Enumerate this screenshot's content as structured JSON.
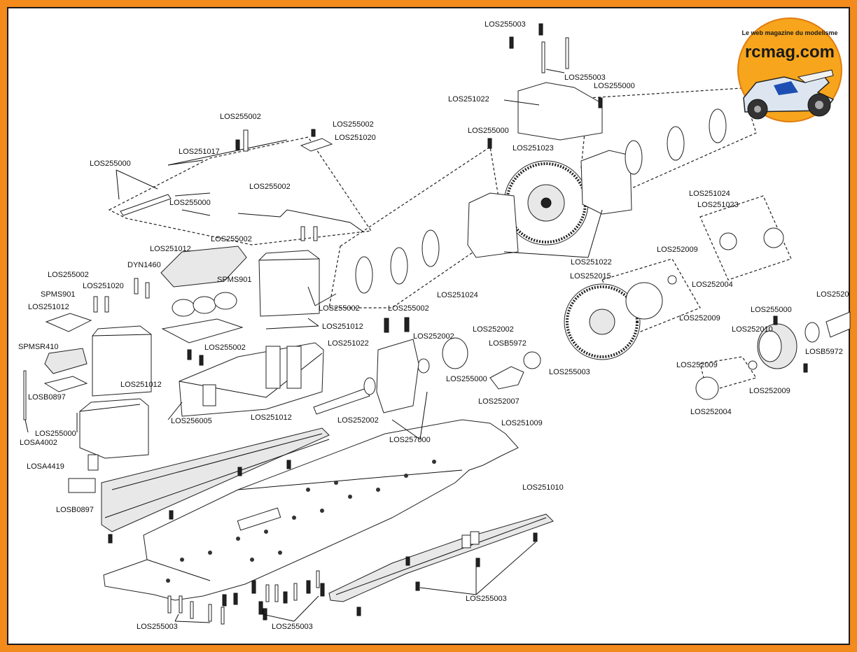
{
  "logo": {
    "brand": "rcmag.com",
    "tagline": "Le web magazine du modelisme"
  },
  "labels": [
    {
      "id": "l1",
      "text": "LOS255003"
    },
    {
      "id": "l2",
      "text": "LOS255003"
    },
    {
      "id": "l3",
      "text": "LOS255000"
    },
    {
      "id": "l4",
      "text": "LOS251022"
    },
    {
      "id": "l5",
      "text": "LOS255000"
    },
    {
      "id": "l6",
      "text": "LOS251023"
    },
    {
      "id": "l7",
      "text": "LOS255002"
    },
    {
      "id": "l8",
      "text": "LOS255002"
    },
    {
      "id": "l9",
      "text": "LOS251020"
    },
    {
      "id": "l10",
      "text": "LOS251017"
    },
    {
      "id": "l11",
      "text": "LOS255000"
    },
    {
      "id": "l12",
      "text": "LOS255002"
    },
    {
      "id": "l13",
      "text": "LOS255000"
    },
    {
      "id": "l14",
      "text": "LOS251024"
    },
    {
      "id": "l15",
      "text": "LOS251023"
    },
    {
      "id": "l16",
      "text": "LOS255002"
    },
    {
      "id": "l17",
      "text": "LOS251012"
    },
    {
      "id": "l18",
      "text": "DYN1460"
    },
    {
      "id": "l19",
      "text": "SPMS901"
    },
    {
      "id": "l20",
      "text": "LOS251022"
    },
    {
      "id": "l21",
      "text": "LOS252009"
    },
    {
      "id": "l22",
      "text": "LOS252015"
    },
    {
      "id": "l23",
      "text": "LOS252004"
    },
    {
      "id": "l24",
      "text": "LOS255002"
    },
    {
      "id": "l25",
      "text": "LOS251020"
    },
    {
      "id": "l26",
      "text": "SPMS901"
    },
    {
      "id": "l27",
      "text": "LOS251012"
    },
    {
      "id": "l28",
      "text": "LOS251024"
    },
    {
      "id": "l29",
      "text": "LOS255002"
    },
    {
      "id": "l30",
      "text": "LOS255002"
    },
    {
      "id": "l31",
      "text": "LOS251012"
    },
    {
      "id": "l32",
      "text": "LOS252002"
    },
    {
      "id": "l33",
      "text": "LOS252002"
    },
    {
      "id": "l34",
      "text": "LOS252009"
    },
    {
      "id": "l35",
      "text": "LOS255000"
    },
    {
      "id": "l36",
      "text": "LOS252010"
    },
    {
      "id": "l37",
      "text": "LOS2520"
    },
    {
      "id": "l38",
      "text": "SPMSR410"
    },
    {
      "id": "l39",
      "text": "LOS255002"
    },
    {
      "id": "l40",
      "text": "LOS251022"
    },
    {
      "id": "l41",
      "text": "LOSB5972"
    },
    {
      "id": "l42",
      "text": "LOSB5972"
    },
    {
      "id": "l43",
      "text": "LOS255000"
    },
    {
      "id": "l44",
      "text": "LOS255003"
    },
    {
      "id": "l45",
      "text": "LOS252009"
    },
    {
      "id": "l46",
      "text": "LOS251012"
    },
    {
      "id": "l47",
      "text": "LOSB0897"
    },
    {
      "id": "l48",
      "text": "LOS252007"
    },
    {
      "id": "l49",
      "text": "LOS252009"
    },
    {
      "id": "l50",
      "text": "LOS256005"
    },
    {
      "id": "l51",
      "text": "LOS251012"
    },
    {
      "id": "l52",
      "text": "LOS252004"
    },
    {
      "id": "l53",
      "text": "LOS252002"
    },
    {
      "id": "l54",
      "text": "LOS251009"
    },
    {
      "id": "l55",
      "text": "LOS255000"
    },
    {
      "id": "l56",
      "text": "LOSA4002"
    },
    {
      "id": "l57",
      "text": "LOS257000"
    },
    {
      "id": "l58",
      "text": "LOSA4419"
    },
    {
      "id": "l59",
      "text": "LOS251010"
    },
    {
      "id": "l60",
      "text": "LOSB0897"
    },
    {
      "id": "l61",
      "text": "LOS255003"
    },
    {
      "id": "l62",
      "text": "LOS255003"
    },
    {
      "id": "l63",
      "text": "LOS255003"
    }
  ]
}
